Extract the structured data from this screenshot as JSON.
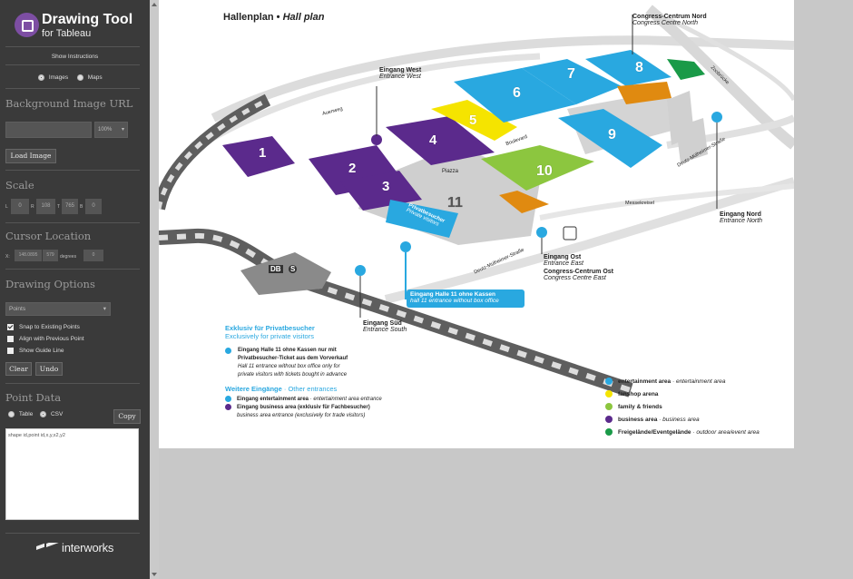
{
  "app": {
    "title": "Drawing Tool",
    "subtitle": "for Tableau",
    "show_instructions": "Show Instructions"
  },
  "source_mode": {
    "images_label": "Images",
    "maps_label": "Maps",
    "selected": "Images"
  },
  "background": {
    "heading": "Background Image URL",
    "url_value": "",
    "zoom": "100%",
    "load_button": "Load Image"
  },
  "scale": {
    "heading": "Scale",
    "l_label": "L",
    "l_value": "0",
    "r_label": "R",
    "r_value": "108",
    "t_label": "T",
    "t_value": "765",
    "b_label": "B",
    "b_value": "0"
  },
  "cursor": {
    "heading": "Cursor Location",
    "x_label": "X:",
    "x_value": "148.0895",
    "y_value": "579",
    "degrees_label": "degrees",
    "deg_value": "0"
  },
  "drawing": {
    "heading": "Drawing Options",
    "shape_select": "Points",
    "snap_label": "Snap to Existing Points",
    "snap_checked": true,
    "align_label": "Align with Previous Point",
    "align_checked": false,
    "guide_label": "Show Guide Line",
    "guide_checked": false,
    "clear_button": "Clear",
    "undo_button": "Undo"
  },
  "point_data": {
    "heading": "Point Data",
    "table_label": "Table",
    "csv_label": "CSV",
    "selected": "CSV",
    "copy_button": "Copy",
    "textarea_value": "shape id,point id,x,y,x2,y2"
  },
  "footer": {
    "brand": "interworks"
  },
  "map": {
    "title_de": "Hallenplan",
    "title_sep": " • ",
    "title_en": "Hall plan",
    "labels": {
      "congress_nord_de": "Congress-Centrum Nord",
      "congress_nord_en": "Congress Centre North",
      "eingang_west_de": "Eingang West",
      "eingang_west_en": "Entrance West",
      "auenweg": "Auenweg",
      "zoobruecke": "Zoobrücke",
      "boulevard": "Boulevard",
      "piazza": "Piazza",
      "deutz_muelheimer_1": "Deutz-Mülheimer-Straße",
      "deutz_muelheimer_2": "Deutz-Mülheimer-Straße",
      "messekreisel": "Messekreisel",
      "eingang_nord_de": "Eingang Nord",
      "eingang_nord_en": "Entrance North",
      "privatbesucher_de": "Privatbesucher",
      "privatbesucher_en": "Private visitors",
      "eingang_ost_de": "Eingang Ost",
      "eingang_ost_en": "Entrance East",
      "congress_ost_de": "Congress-Centrum Ost",
      "congress_ost_en": "Congress Centre East",
      "halle11_de": "Eingang Halle 11 ohne Kassen",
      "halle11_en": "hall 11 entrance without box office",
      "eingang_sued_de": "Eingang Süd",
      "eingang_sued_en": "Entrance South",
      "db": "DB",
      "s": "S"
    },
    "halls": [
      "1",
      "2",
      "3",
      "4",
      "5",
      "6",
      "7",
      "8",
      "9",
      "10",
      "11"
    ],
    "info": {
      "exklusiv_de": "Exklusiv für Privatbesucher",
      "exklusiv_en": "Exclusively for private visitors",
      "line1_de": "Eingang Halle 11 ohne Kassen nur mit",
      "line2_de": "Privatbesucher-Ticket aus dem Vorverkauf",
      "line1_en": "Hall 11 entrance without box office only for",
      "line2_en": "private visitors with tickets bought in advance",
      "weitere_de": "Weitere Eingänge",
      "weitere_sep": " · ",
      "weitere_en": "Other entrances",
      "ent_area_de": "Eingang entertainment area",
      "ent_area_en": "entertainment area entrance",
      "biz_de": "Eingang business area (exklusiv für Fachbesucher)",
      "biz_en": "business area entrance (exclusively for trade visitors)"
    },
    "legend": [
      {
        "de": "entertainment area",
        "en": "entertainment area",
        "color": "#29a8e0"
      },
      {
        "de": "fanshop arena",
        "en": "",
        "color": "#f5e400"
      },
      {
        "de": "family & friends",
        "en": "",
        "color": "#8cc63f"
      },
      {
        "de": "business area",
        "en": "business area",
        "color": "#5b2a8c"
      },
      {
        "de": "Freigelände/Eventgelände",
        "en": "outdoor area/event area",
        "color": "#1a9a48"
      }
    ],
    "colors": {
      "purple": "#5b2a8c",
      "blue": "#29a8e0",
      "yellow": "#f5e400",
      "green": "#8cc63f",
      "orange": "#e08a10",
      "dark_green": "#1a9a48"
    }
  }
}
